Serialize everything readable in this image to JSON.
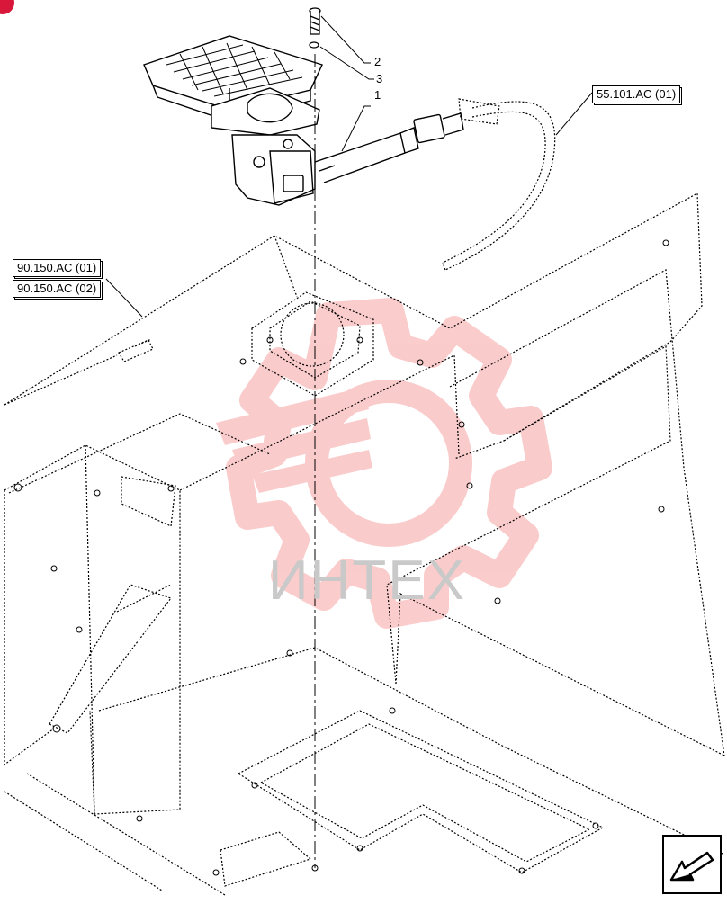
{
  "references": {
    "upper_right": "55.101.AC (01)",
    "left_top": "90.150.AC (01)",
    "left_bottom": "90.150.AC (02)"
  },
  "callouts": {
    "bolt": "2",
    "washer": "3",
    "pedal_assembly": "1"
  },
  "watermark": {
    "text": "ИНТЕХ",
    "color": "#f04848"
  },
  "icons": {
    "navigation": "next-page-arrow-icon",
    "badge": "brand-badge-icon"
  }
}
